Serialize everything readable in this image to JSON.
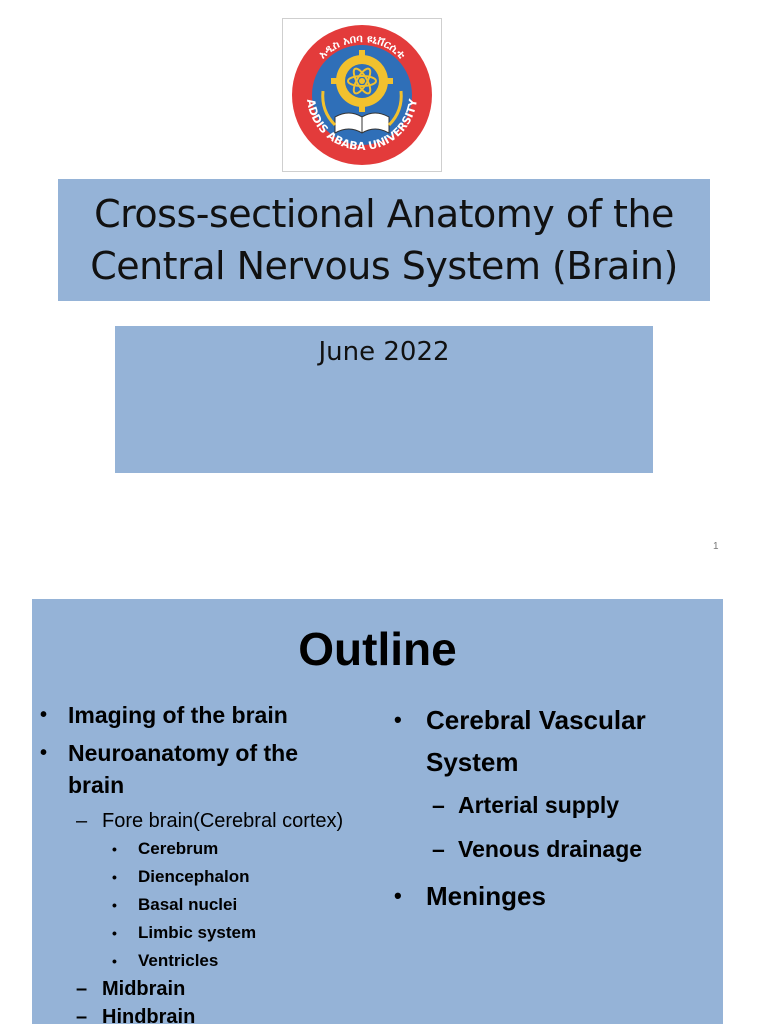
{
  "logo": {
    "name": "addis-ababa-university-seal",
    "text": "ADDIS ABABA UNIVERSITY",
    "text_amharic": "አዲስ አበባ ዩኒቨርሲቲ",
    "colors": {
      "ring": "#e33b3b",
      "inner": "#2f6fb8",
      "gear": "#f2c12e"
    }
  },
  "slide1": {
    "title_line1": "Cross-sectional Anatomy of the",
    "title_line2": "Central Nervous System (Brain)",
    "date": "June 2022",
    "page_number": "1"
  },
  "slide2": {
    "title": "Outline",
    "left": {
      "item1": "Imaging of the brain",
      "item2_line1": "Neuroanatomy of the",
      "item2_line2": "brain",
      "sub1": "Fore brain(Cerebral cortex)",
      "sub1_items": [
        "Cerebrum",
        "Diencephalon",
        "Basal nuclei",
        "Limbic system",
        "Ventricles"
      ],
      "sub2": "Midbrain",
      "sub3": "Hindbrain"
    },
    "right": {
      "item1_line1": "Cerebral Vascular",
      "item1_line2": "System",
      "sub1": "Arterial supply",
      "sub2": "Venous drainage",
      "item2": "Meninges"
    }
  },
  "colors": {
    "box_fill": "#95b3d7"
  }
}
